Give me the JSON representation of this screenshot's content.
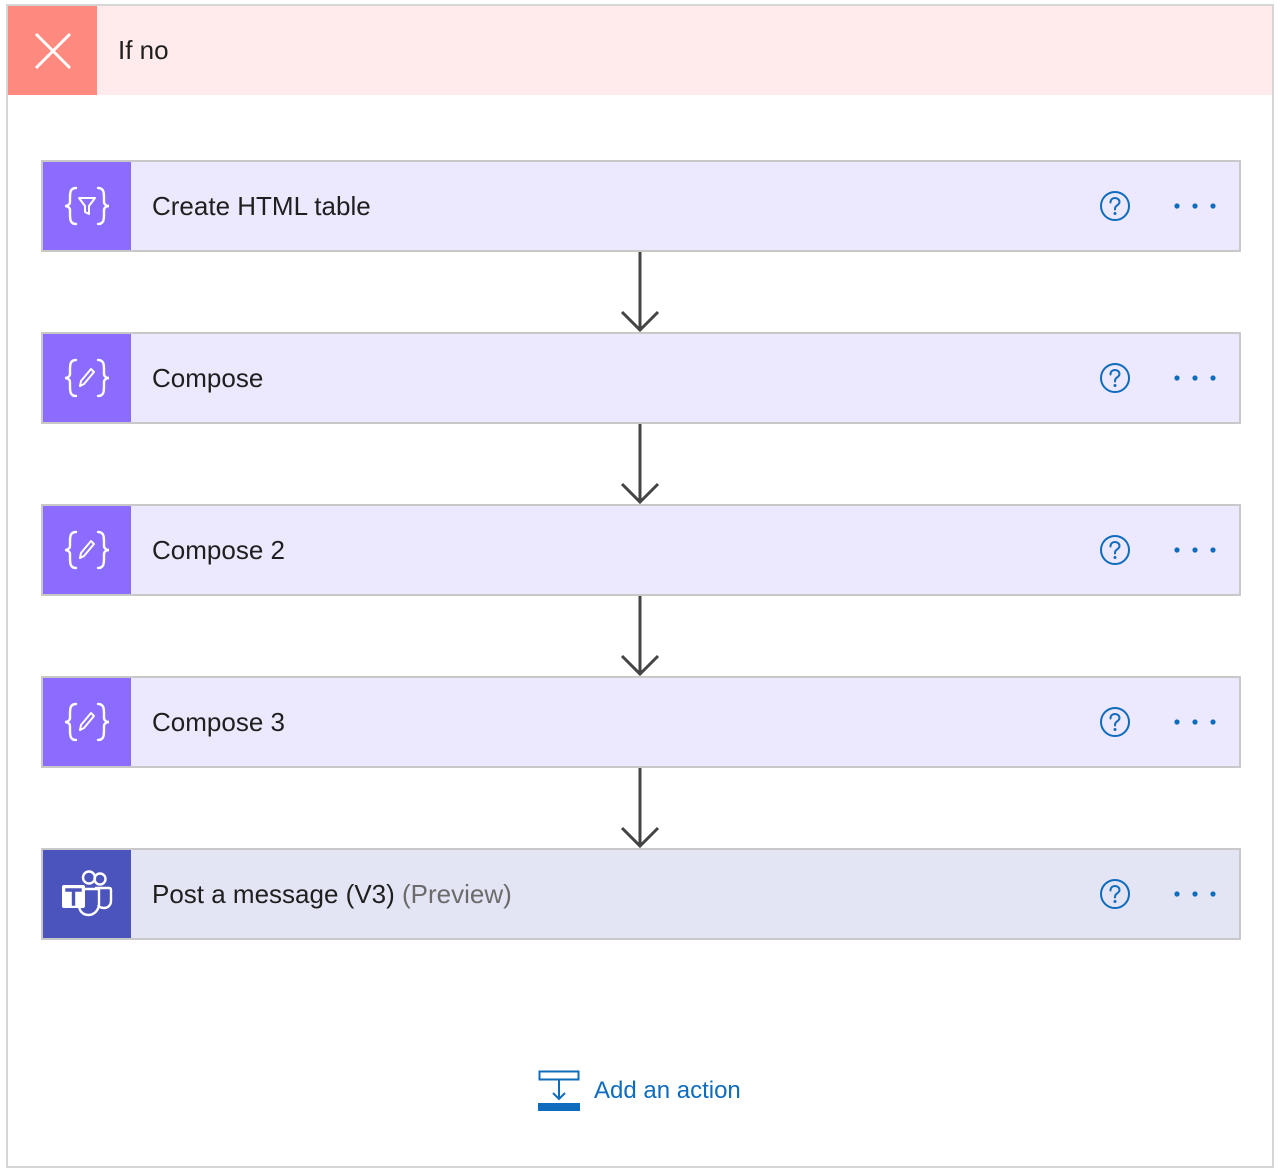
{
  "branch": {
    "title": "If no",
    "header_color": "#fe8a7f",
    "header_bg": "#ffebeb"
  },
  "actions": [
    {
      "title": "Create HTML table",
      "icon": "data-operation-filter-icon"
    },
    {
      "title": "Compose",
      "icon": "data-operation-compose-icon"
    },
    {
      "title": "Compose 2",
      "icon": "data-operation-compose-icon"
    },
    {
      "title": "Compose 3",
      "icon": "data-operation-compose-icon"
    },
    {
      "title": "Post a message (V3)",
      "suffix": "(Preview)",
      "icon": "teams-icon"
    }
  ],
  "add_action": {
    "label": "Add an action"
  },
  "colors": {
    "data_operation": "#8c6cff",
    "teams": "#4b53bc",
    "link": "#0f6cbd"
  }
}
